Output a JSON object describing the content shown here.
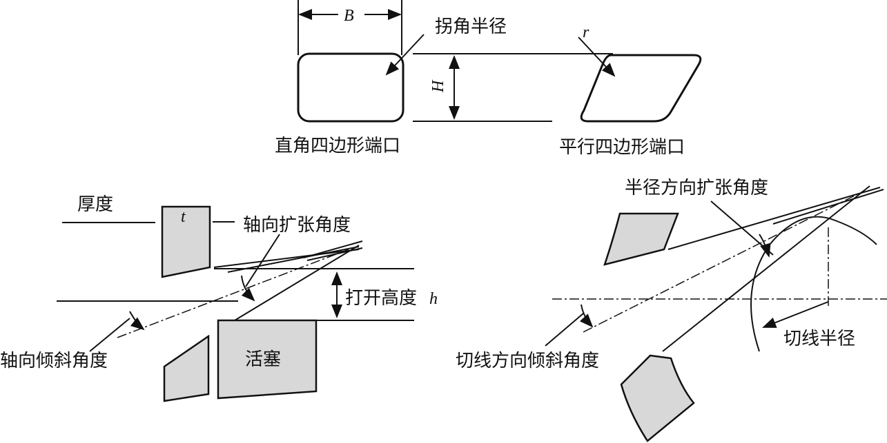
{
  "top": {
    "dim_B": "B",
    "corner_radius": "拐角半径",
    "dim_H": "H",
    "dim_r": "r",
    "right_angle_port": "直角四边形端口",
    "parallel_port": "平行四边形端口"
  },
  "bottom_left": {
    "thickness": "厚度",
    "t": "t",
    "axial_expansion": "轴向扩张角度",
    "opening_height": "打开高度",
    "h": "h",
    "axial_tilt": "轴向倾斜角度",
    "piston": "活塞"
  },
  "bottom_right": {
    "radial_expansion": "半径方向扩张角度",
    "tangent_radius": "切线半径",
    "tangential_tilt": "切线方向倾斜角度"
  }
}
